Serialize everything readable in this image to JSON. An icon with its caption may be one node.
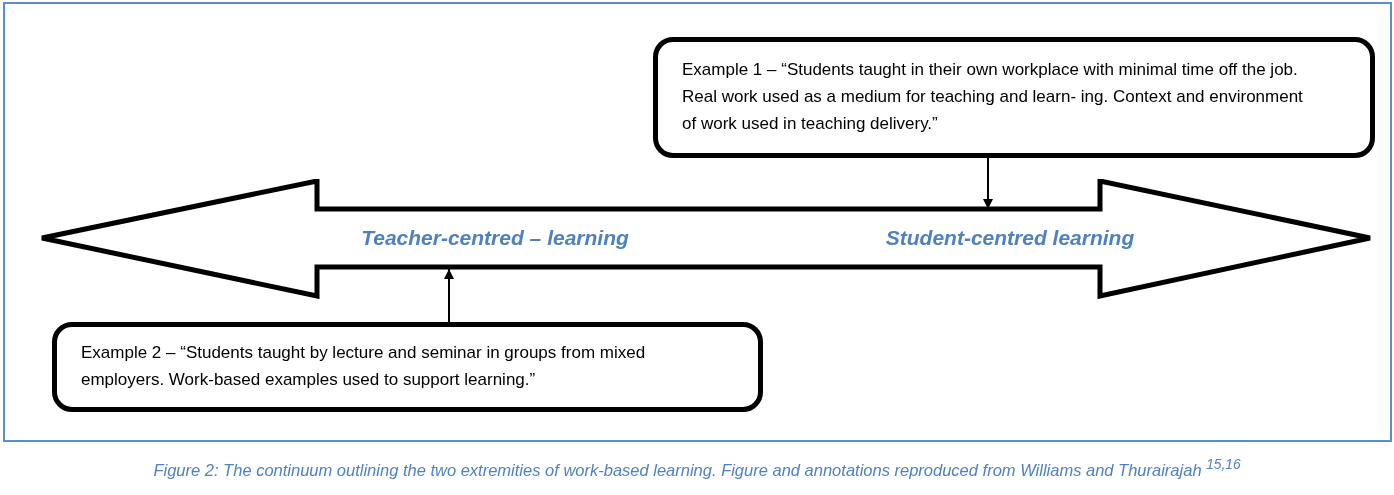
{
  "diagram": {
    "caption": "Figure 2: The continuum outlining the two extremities of work-based learning. Figure and annotations reproduced from Williams and Thurairajah $^{15,16}$",
    "nodes": [
      {
        "text": [
          "Example 1 – “Students taught in their own workplace with minimal time off the job. Real work used as a medium for teaching and learn- ing. Context and environment of work used in teaching delivery.”"
        ]
      },
      {
        "text": [
          "Teacher-centred – learning",
          "Student-centred learning"
        ]
      },
      {
        "text": [
          "Example 2 – “Students taught by lecture and seminar in groups from mixed employers. Work-based examples used to support learning.”"
        ]
      }
    ],
    "edges": [
      {
        "from": 0,
        "to": 1,
        "arrow": "to"
      },
      {
        "from": 2,
        "to": 1,
        "arrow": "to"
      }
    ]
  }
}
